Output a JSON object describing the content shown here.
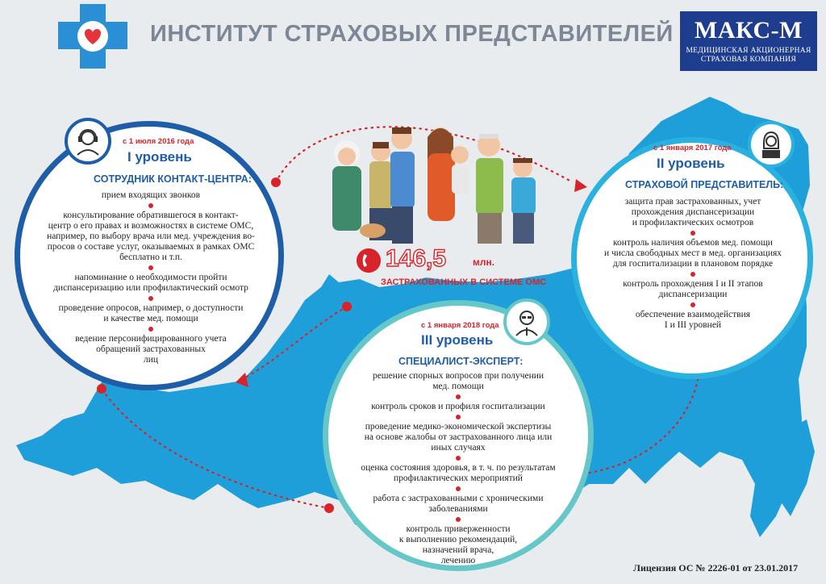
{
  "header": {
    "title": "ИНСТИТУТ СТРАХОВЫХ ПРЕДСТАВИТЕЛЕЙ",
    "brand_name": "МАКС-М",
    "brand_sub_1": "МЕДИЦИНСКАЯ АКЦИОНЕРНАЯ",
    "brand_sub_2": "СТРАХОВАЯ КОМПАНИЯ"
  },
  "colors": {
    "accent_red": "#d7242a",
    "level1": "#1e5ea8",
    "level2": "#2ab1e0",
    "level3": "#66c7c8",
    "map": "#1f9fda",
    "brand": "#1f3d8f"
  },
  "icons": [
    "heart-cross-icon",
    "headset-operator-icon",
    "woman-laptop-icon",
    "bald-doctor-icon",
    "phone-icon"
  ],
  "stat": {
    "value": "146,5",
    "unit": "млн.",
    "label": "ЗАСТРАХОВАННЫХ В СИСТЕМЕ ОМС"
  },
  "level1": {
    "date": "с 1 июля 2016 года",
    "title": "I уровень",
    "role": "СОТРУДНИК КОНТАКТ-ЦЕНТРА:",
    "items": [
      [
        "прием входящих звонков"
      ],
      [
        "консультирование обратившегося в контакт-",
        "центр о его правах и возможностях в системе ОМС,",
        "например, по выбору врача или мед. учреждения во-",
        "просов о составе услуг, оказываемых  в рамках ОМС",
        "бесплатно и т.п."
      ],
      [
        "напоминание о необходимости пройти",
        "диспансеризацию или профилактический осмотр"
      ],
      [
        "проведение опросов, например, о доступности",
        "и качестве мед. помощи"
      ],
      [
        "ведение персонифицированного учета",
        "обращений застрахованных",
        "лиц"
      ]
    ]
  },
  "level2": {
    "date": "с 1 января 2017 года",
    "title": "II уровень",
    "role": "СТРАХОВОЙ ПРЕДСТАВИТЕЛЬ:",
    "items": [
      [
        "защита прав застрахованных, учет",
        "прохождения диспансеризации",
        "и профилактических осмотров"
      ],
      [
        "контроль наличия объемов мед. помощи",
        "и числа свободных мест в мед. организациях",
        "для госпитализации в плановом порядке"
      ],
      [
        "контроль прохождения I и II этапов",
        "диспансеризации"
      ],
      [
        "обеспечение взаимодействия",
        "I и III уровней"
      ]
    ]
  },
  "level3": {
    "date": "с 1 января 2018 года",
    "title": "III уровень",
    "role": "СПЕЦИАЛИСТ-ЭКСПЕРТ:",
    "items": [
      [
        "решение спорных вопросов при получении",
        "мед. помощи"
      ],
      [
        "контроль сроков и профиля госпитализации"
      ],
      [
        "проведение медико-экономической экспертизы",
        "на основе жалобы от застрахованного лица или",
        "иных случаях"
      ],
      [
        "оценка состояния здоровья, в т. ч. по результатам",
        "профилактических мероприятий"
      ],
      [
        "работа с застрахованными с хроническими",
        "заболеваниями"
      ],
      [
        "контроль приверженности",
        "к выполнению рекомендаций,",
        "назначений врача,",
        "лечению"
      ]
    ]
  },
  "footer": {
    "license": "Лицензия ОС № 2226-01 от 23.01.2017"
  }
}
